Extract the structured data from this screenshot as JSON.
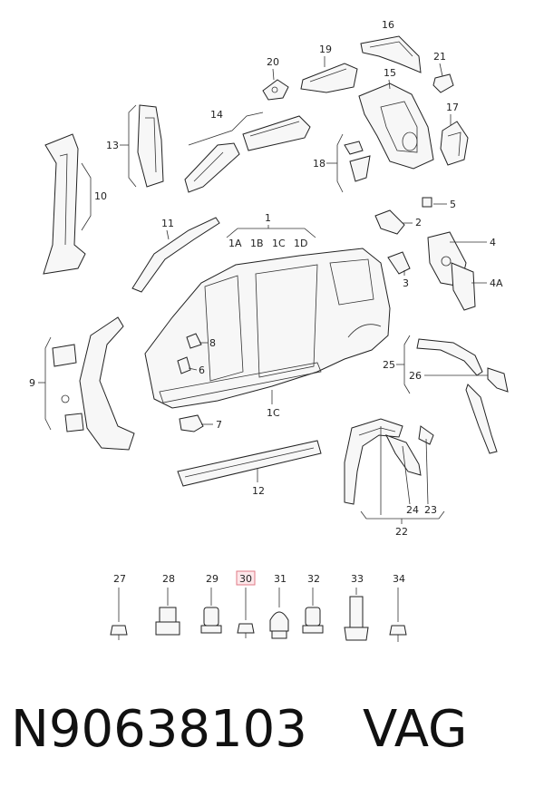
{
  "callouts": {
    "c1": "1",
    "c1A": "1A",
    "c1B": "1B",
    "c1C": "1C",
    "c1D": "1D",
    "c1C_bottom": "1C",
    "c2": "2",
    "c3": "3",
    "c4": "4",
    "c4A": "4A",
    "c5": "5",
    "c6": "6",
    "c7": "7",
    "c8": "8",
    "c9": "9",
    "c10": "10",
    "c11": "11",
    "c12": "12",
    "c13": "13",
    "c14": "14",
    "c15": "15",
    "c16": "16",
    "c17": "17",
    "c18": "18",
    "c19": "19",
    "c20": "20",
    "c21": "21",
    "c22": "22",
    "c23": "23",
    "c24": "24",
    "c25": "25",
    "c26": "26"
  },
  "fasteners": [
    "27",
    "28",
    "29",
    "30",
    "31",
    "32",
    "33",
    "34"
  ],
  "highlighted_fastener": "30",
  "colors": {
    "highlight": "#e07a86",
    "highlight_fill": "#fde7ea",
    "line": "#222222"
  },
  "footer": {
    "part_number": "N90638103",
    "brand": "VAG"
  }
}
